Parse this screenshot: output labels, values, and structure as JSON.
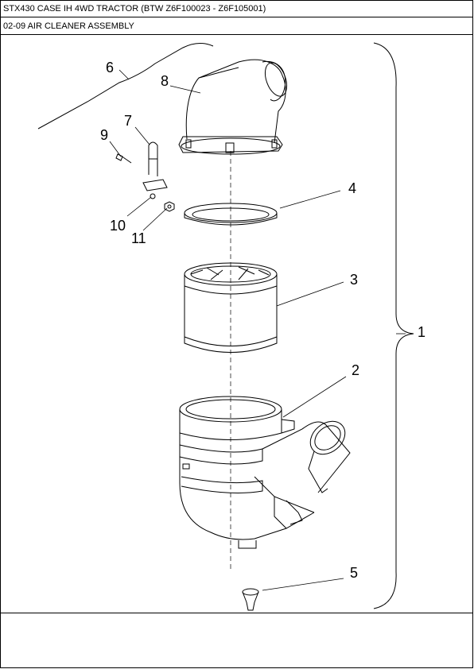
{
  "header": {
    "title": "STX430 CASE IH 4WD TRACTOR (BTW Z6F100023 - Z6F105001)",
    "subtitle": "02-09 AIR CLEANER ASSEMBLY"
  },
  "callouts": {
    "c1": "1",
    "c2": "2",
    "c3": "3",
    "c4": "4",
    "c5": "5",
    "c6": "6",
    "c7": "7",
    "c8": "8",
    "c9": "9",
    "c10": "10",
    "c11": "11"
  }
}
